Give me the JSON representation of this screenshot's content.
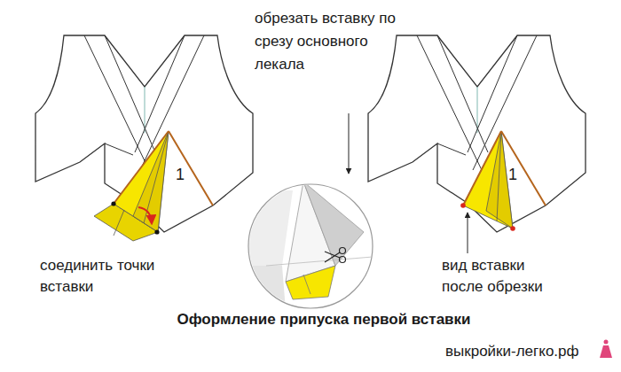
{
  "diagram": {
    "title": "Оформление припуска первой вставки",
    "labels": [
      "обрезать вставку по срезу основного лекала",
      "1",
      "1",
      "соединить точки вставки",
      "вид вставки после обрезки",
      "выкройки-легко.рф"
    ]
  }
}
